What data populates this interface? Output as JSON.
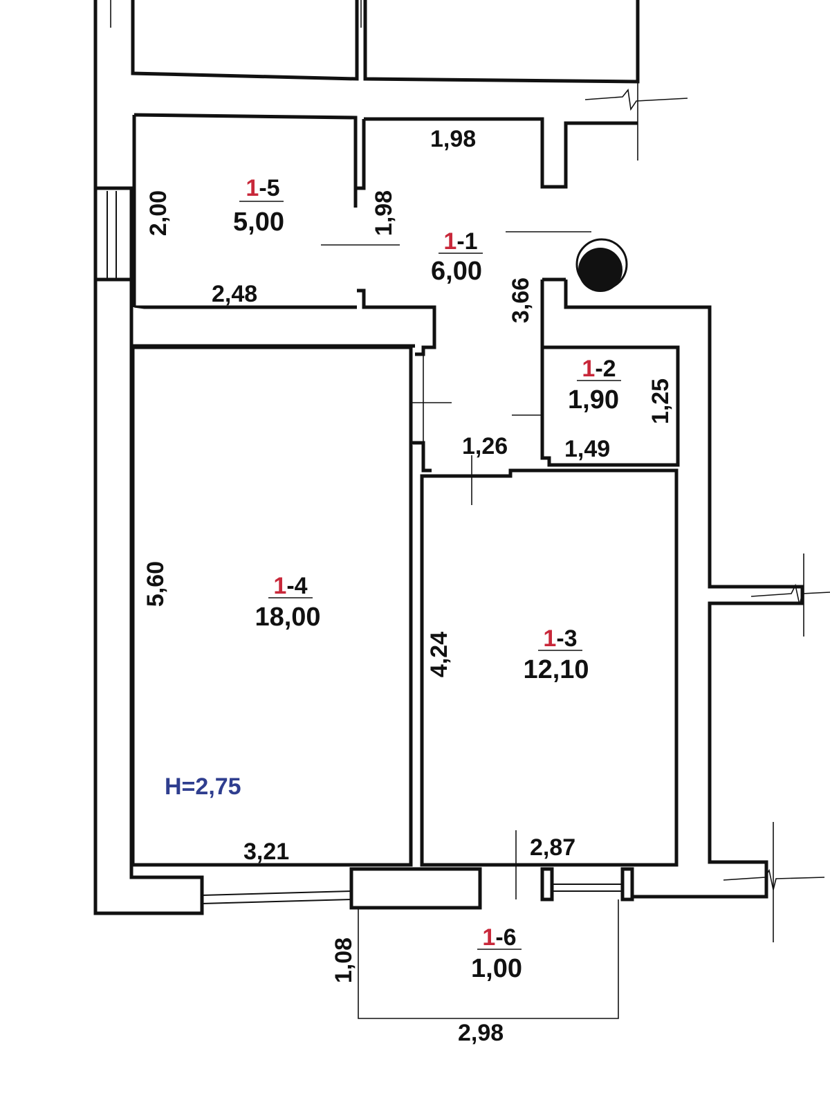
{
  "rooms": [
    {
      "prefix": "1",
      "suffix": "-1",
      "area": "6,00"
    },
    {
      "prefix": "1",
      "suffix": "-2",
      "area": "1,90"
    },
    {
      "prefix": "1",
      "suffix": "-3",
      "area": "12,10"
    },
    {
      "prefix": "1",
      "suffix": "-4",
      "area": "18,00"
    },
    {
      "prefix": "1",
      "suffix": "-5",
      "area": "5,00"
    },
    {
      "prefix": "1",
      "suffix": "-6",
      "area": "1,00"
    }
  ],
  "dimensions": {
    "r5_width": "2,48",
    "r5_height": "2,00",
    "r1_top": "1,98",
    "r1_left": "1,98",
    "r1_right": "3,66",
    "r1_bottom": "1,26",
    "r2_height": "1,25",
    "r2_width": "1,49",
    "r4_height": "5,60",
    "r4_width": "3,21",
    "r3_height": "4,24",
    "r3_width": "2,87",
    "r6_height": "1,08",
    "r6_width": "2,98"
  },
  "ceiling_height": "H=2,75",
  "colors": {
    "room_prefix": "#c8283a",
    "ceiling_label": "#2f3e8f",
    "lines": "#111111"
  }
}
